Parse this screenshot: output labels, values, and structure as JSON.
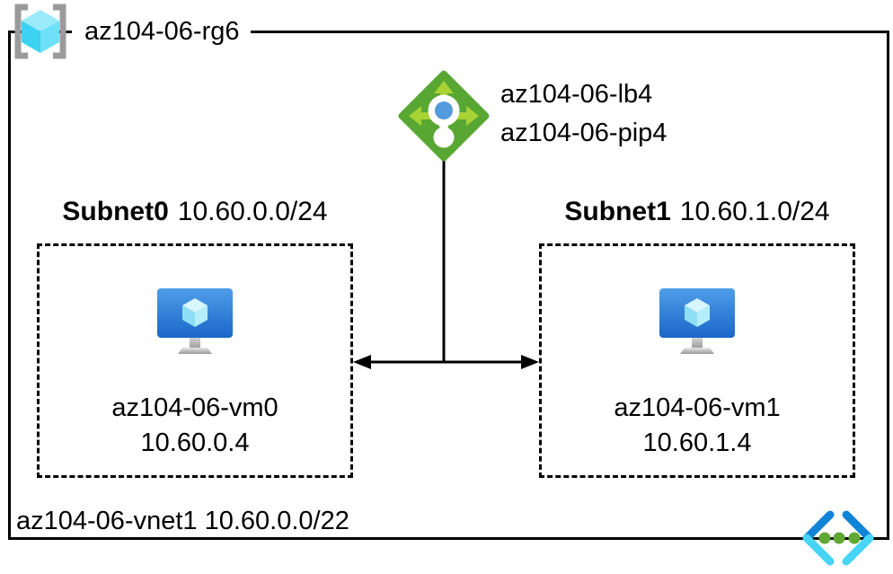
{
  "resource_group": {
    "name": "az104-06-rg6"
  },
  "load_balancer": {
    "name": "az104-06-lb4",
    "public_ip": "az104-06-pip4"
  },
  "vnet": {
    "label": "az104-06-vnet1 10.60.0.0/22"
  },
  "subnets": [
    {
      "name": "Subnet0",
      "cidr": "10.60.0.0/24",
      "vm": {
        "name": "az104-06-vm0",
        "ip": "10.60.0.4"
      }
    },
    {
      "name": "Subnet1",
      "cidr": "10.60.1.0/24",
      "vm": {
        "name": "az104-06-vm1",
        "ip": "10.60.1.4"
      }
    }
  ],
  "colors": {
    "outline": "#000000",
    "rg_bracket": "#9b9b9b",
    "rg_cube_top": "#9beafa",
    "rg_cube_left": "#3cd2f2",
    "rg_cube_right": "#6ee1f8",
    "lb_diamond": "#58a733",
    "lb_arrow": "#a8d335",
    "lb_dot": "#549bdd",
    "vm_screen_top": "#4f9ee8",
    "vm_screen_bottom": "#1a67c9",
    "vm_cube_top": "#d8f6fd",
    "vm_cube_left": "#8edff6",
    "vm_cube_right": "#b5edfb",
    "vm_stand_top": "#d2d2d2",
    "vm_stand_bottom": "#a0a0a0",
    "vm_base_top": "#e8e8e8",
    "vm_base_bottom": "#989898",
    "vnet_chevron_dark": "#1284d8",
    "vnet_chevron_light": "#47d4f5",
    "vnet_dot": "#61a833"
  }
}
